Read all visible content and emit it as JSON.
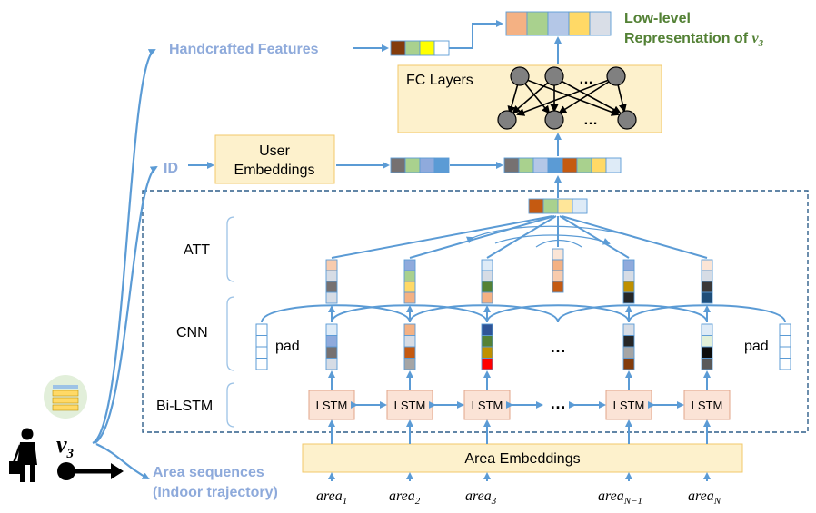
{
  "labels": {
    "low_level_line1": "Low-level",
    "low_level_line2": "Representation of",
    "low_level_var": "v",
    "low_level_sub": "3",
    "handcrafted": "Handcrafted Features",
    "fc_layers": "FC Layers",
    "ellipsis": "…",
    "id": "ID",
    "user_emb_line1": "User",
    "user_emb_line2": "Embeddings",
    "att": "ATT",
    "cnn": "CNN",
    "bilstm": "Bi-LSTM",
    "pad": "pad",
    "lstm": "LSTM",
    "area_embeddings": "Area Embeddings",
    "area_seq_line1": "Area sequences",
    "area_seq_line2": "(Indoor trajectory)",
    "v_symbol": "v",
    "v_sub": "3"
  },
  "areas": [
    {
      "base": "area",
      "sub": "1"
    },
    {
      "base": "area",
      "sub": "2"
    },
    {
      "base": "area",
      "sub": "3"
    },
    {
      "base": "area",
      "sub": "N−1"
    },
    {
      "base": "area",
      "sub": "N"
    }
  ],
  "colors": {
    "arrow": "#5b9bd5",
    "box_fill": "#fdf1cc",
    "box_stroke": "#f2c86a",
    "lstm_fill": "#fbe3d6",
    "lstm_stroke": "#e2a58a",
    "dashed": "#2f5f8a",
    "green_title": "#538135",
    "blue_label": "#8eaadb",
    "node": "#808080"
  },
  "vectors": {
    "output": [
      "#f4b183",
      "#a9d18e",
      "#b4c7e7",
      "#ffd966",
      "#d9dee7"
    ],
    "handcrafted": [
      "#843c0c",
      "#a9d18e",
      "#ffff00",
      "#ffffff"
    ],
    "user": [
      "#767171",
      "#a9d18e",
      "#8faadc",
      "#5b9bd5"
    ],
    "concat": [
      "#767171",
      "#a9d18e",
      "#b4c7e7",
      "#5b9bd5",
      "#c55a11",
      "#a9d18e",
      "#ffd966",
      "#deebf7"
    ],
    "att_out": [
      "#c55a11",
      "#a9d18e",
      "#ffe699",
      "#deebf7"
    ]
  },
  "columns": {
    "att": [
      [
        "#f8cbad",
        "#d6dce5",
        "#767171",
        "#d6dce5"
      ],
      [
        "#8faadc",
        "#a9d18e",
        "#ffd966",
        "#f4b183"
      ],
      [
        "#deebf7",
        "#d6dce5",
        "#548235",
        "#f4b183"
      ],
      [
        "#fbe5d6",
        "#f4b183",
        "#f8cbad",
        "#c55a11"
      ],
      [
        "#8faadc",
        "#d6dce5",
        "#bf9000",
        "#262626"
      ],
      [
        "#fbe5d6",
        "#d6dce5",
        "#3a3838",
        "#1f4e79"
      ]
    ],
    "cnn": [
      [
        "#deebf7",
        "#8faadc",
        "#767171",
        "#d6dce5"
      ],
      [
        "#f4b183",
        "#d6dce5",
        "#c55a11",
        "#a5a5a5"
      ],
      [
        "#2f5597",
        "#548235",
        "#bf9000",
        "#ff0000"
      ],
      [
        "#d6dce5",
        "#262626",
        "#a5a5a5",
        "#843c0c"
      ],
      [
        "#deebf7",
        "#e2f0d9",
        "#0d0d0d",
        "#595959"
      ]
    ]
  }
}
